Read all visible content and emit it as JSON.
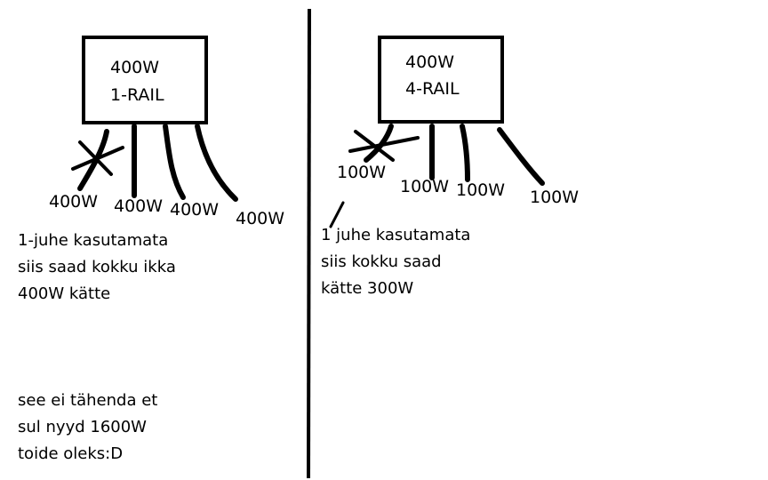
{
  "colors": {
    "ink": "#000000",
    "background": "#ffffff"
  },
  "left": {
    "box_line1": "400W",
    "box_line2": "1-RAIL",
    "wire_labels": [
      "400W",
      "400W",
      "400W",
      "400W"
    ],
    "note1": [
      "1-juhe kasutamata",
      "siis saad kokku ikka",
      "400W kätte"
    ],
    "note2": [
      "see ei tähenda et",
      "sul nyyd 1600W",
      "toide oleks:D"
    ]
  },
  "right": {
    "box_line1": "400W",
    "box_line2": "4-RAIL",
    "wire_labels": [
      "100W",
      "100W",
      "100W",
      "100W"
    ],
    "note1": [
      "1 juhe kasutamata",
      "siis kokku saad",
      "kätte 300W"
    ]
  }
}
